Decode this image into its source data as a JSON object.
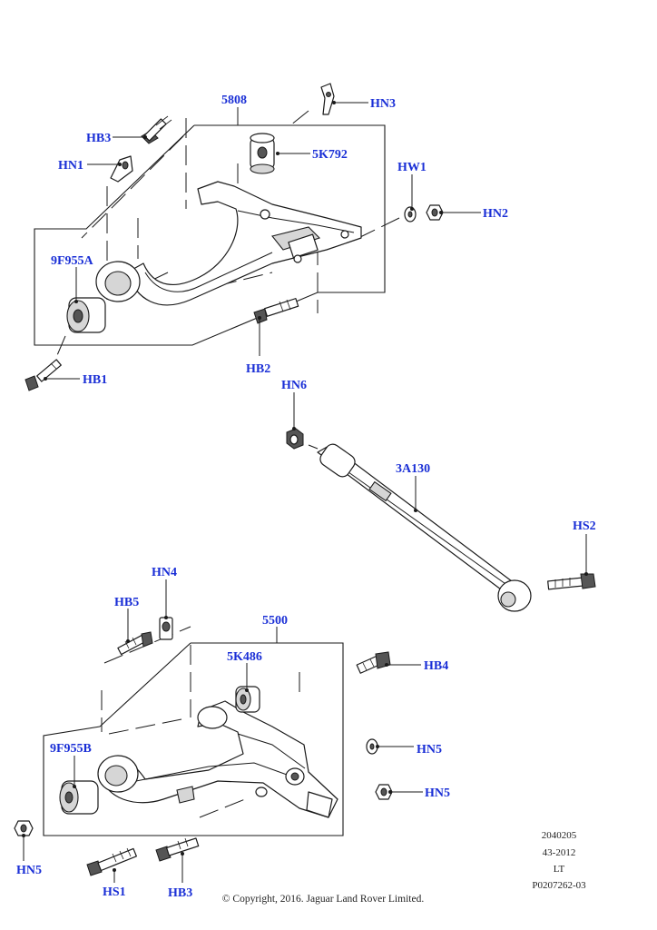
{
  "labels": {
    "upper_arm": "5808",
    "hb3_top": "HB3",
    "hn1": "HN1",
    "hn3": "HN3",
    "bush_5k792": "5K792",
    "hw1": "HW1",
    "hn2": "HN2",
    "bush_9f955a": "9F955A",
    "hb2": "HB2",
    "hb1": "HB1",
    "hn6": "HN6",
    "link_3a130": "3A130",
    "hs2": "HS2",
    "hn4": "HN4",
    "hb5": "HB5",
    "lower_arm": "5500",
    "bush_5k486": "5K486",
    "hb4": "HB4",
    "bush_9f955b": "9F955B",
    "hn5_right_upper": "HN5",
    "hn5_right_lower": "HN5",
    "hn5_left": "HN5",
    "hs1": "HS1",
    "hb3_bottom": "HB3"
  },
  "reference": {
    "line1": "2040205",
    "line2": "43-2012",
    "line3": "LT",
    "line4": "P0207262-03"
  },
  "copyright": "© Copyright, 2016. Jaguar Land Rover Limited."
}
